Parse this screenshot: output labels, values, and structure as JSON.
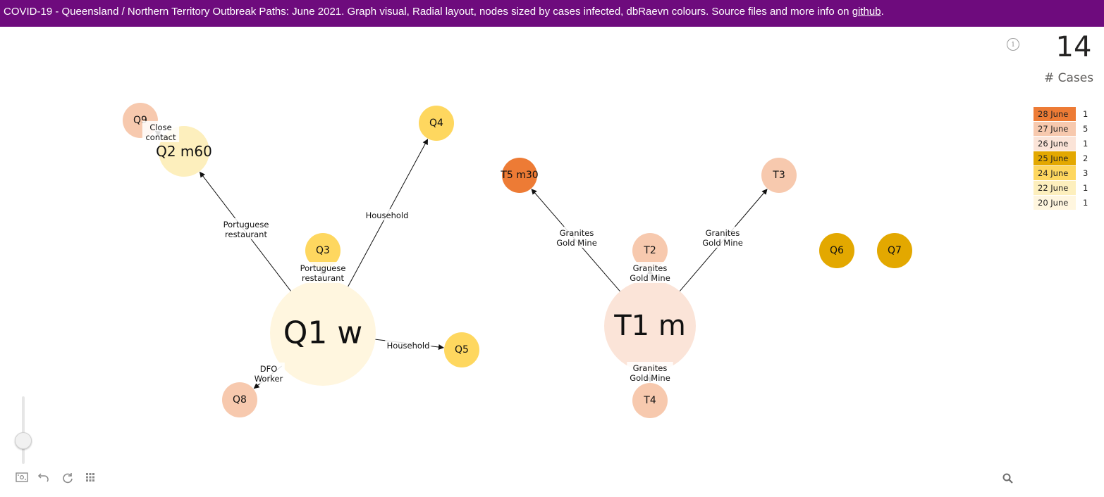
{
  "banner": {
    "text": "COVID-19  - Queensland / Northern Territory Outbreak Paths: June 2021.  Graph visual, Radial layout, nodes sized by cases infected, dbRaevn colours. Source files and more info on ",
    "link": "github",
    "suffix": ".",
    "background": "#6e0b7d"
  },
  "stats": {
    "value": "14",
    "label": "# Cases"
  },
  "legend": [
    {
      "date": "28 June",
      "count": "1",
      "color": "#ed7b35"
    },
    {
      "date": "27 June",
      "count": "5",
      "color": "#f7c9ae"
    },
    {
      "date": "26 June",
      "count": "1",
      "color": "#fbe4d8"
    },
    {
      "date": "25 June",
      "count": "2",
      "color": "#e3a800"
    },
    {
      "date": "24 June",
      "count": "3",
      "color": "#fed75f"
    },
    {
      "date": "22 June",
      "count": "1",
      "color": "#fdefbd"
    },
    {
      "date": "20 June",
      "count": "1",
      "color": "#fff6df"
    }
  ],
  "nodes": [
    {
      "id": "Q1",
      "label": "Q1 w",
      "date": "20 June",
      "color": "#fff6df"
    },
    {
      "id": "Q2",
      "label": "Q2 m60",
      "date": "22 June",
      "color": "#fdefbd"
    },
    {
      "id": "Q3",
      "label": "Q3",
      "date": "24 June",
      "color": "#fed75f"
    },
    {
      "id": "Q4",
      "label": "Q4",
      "date": "24 June",
      "color": "#fed75f"
    },
    {
      "id": "Q5",
      "label": "Q5",
      "date": "24 June",
      "color": "#fed75f"
    },
    {
      "id": "Q6",
      "label": "Q6",
      "date": "25 June",
      "color": "#e3a800"
    },
    {
      "id": "Q7",
      "label": "Q7",
      "date": "25 June",
      "color": "#e3a800"
    },
    {
      "id": "Q8",
      "label": "Q8",
      "date": "27 June",
      "color": "#f7c9ae"
    },
    {
      "id": "Q9",
      "label": "Q9",
      "date": "27 June",
      "color": "#f7c9ae"
    },
    {
      "id": "T1",
      "label": "T1 m",
      "date": "26 June",
      "color": "#fbe4d8"
    },
    {
      "id": "T2",
      "label": "T2",
      "date": "27 June",
      "color": "#f7c9ae"
    },
    {
      "id": "T3",
      "label": "T3",
      "date": "27 June",
      "color": "#f7c9ae"
    },
    {
      "id": "T4",
      "label": "T4",
      "date": "27 June",
      "color": "#f7c9ae"
    },
    {
      "id": "T5",
      "label": "T5 m30",
      "date": "28 June",
      "color": "#ed7b35"
    }
  ],
  "edges": [
    {
      "from": "Q1",
      "to": "Q2",
      "label": [
        "Portuguese",
        "restaurant"
      ]
    },
    {
      "from": "Q1",
      "to": "Q3",
      "label": [
        "Portuguese",
        "restaurant"
      ]
    },
    {
      "from": "Q1",
      "to": "Q4",
      "label": [
        "Household"
      ]
    },
    {
      "from": "Q1",
      "to": "Q5",
      "label": [
        "Household"
      ]
    },
    {
      "from": "Q1",
      "to": "Q8",
      "label": [
        "DFO",
        "Worker"
      ]
    },
    {
      "from": "Q2",
      "to": "Q9",
      "label": [
        "Close",
        "contact"
      ]
    },
    {
      "from": "T1",
      "to": "T5",
      "label": [
        "Granites",
        "Gold Mine"
      ]
    },
    {
      "from": "T1",
      "to": "T2",
      "label": [
        "Granites",
        "Gold Mine"
      ]
    },
    {
      "from": "T1",
      "to": "T3",
      "label": [
        "Granites",
        "Gold Mine"
      ]
    },
    {
      "from": "T1",
      "to": "T4",
      "label": [
        "Granites",
        "Gold Mine"
      ]
    }
  ],
  "toolbar": {
    "icons": [
      "fit-view-icon",
      "undo-icon",
      "refresh-icon",
      "grid-icon",
      "search-icon"
    ]
  }
}
